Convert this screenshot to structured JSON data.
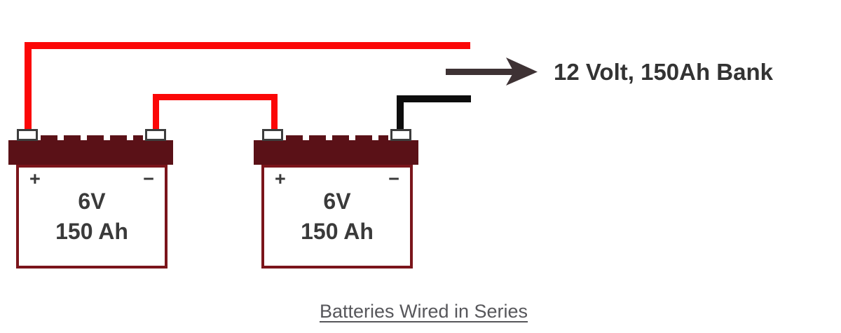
{
  "diagram": {
    "output_label": "12 Volt, 150Ah Bank",
    "caption": "Batteries Wired in Series"
  },
  "batteries": [
    {
      "name": "battery-1",
      "plus": "+",
      "minus": "−",
      "voltage": "6V",
      "capacity": "150 Ah"
    },
    {
      "name": "battery-2",
      "plus": "+",
      "minus": "−",
      "voltage": "6V",
      "capacity": "150 Ah"
    }
  ],
  "colors": {
    "positive_wire": "#fb0707",
    "negative_wire": "#0d0d0d",
    "battery_cap": "#5a1117",
    "battery_border": "#7b151b",
    "arrow": "#3e3234",
    "output_label_text": "#333333",
    "battery_text": "#3a3a3a",
    "caption_text": "#57575b"
  }
}
